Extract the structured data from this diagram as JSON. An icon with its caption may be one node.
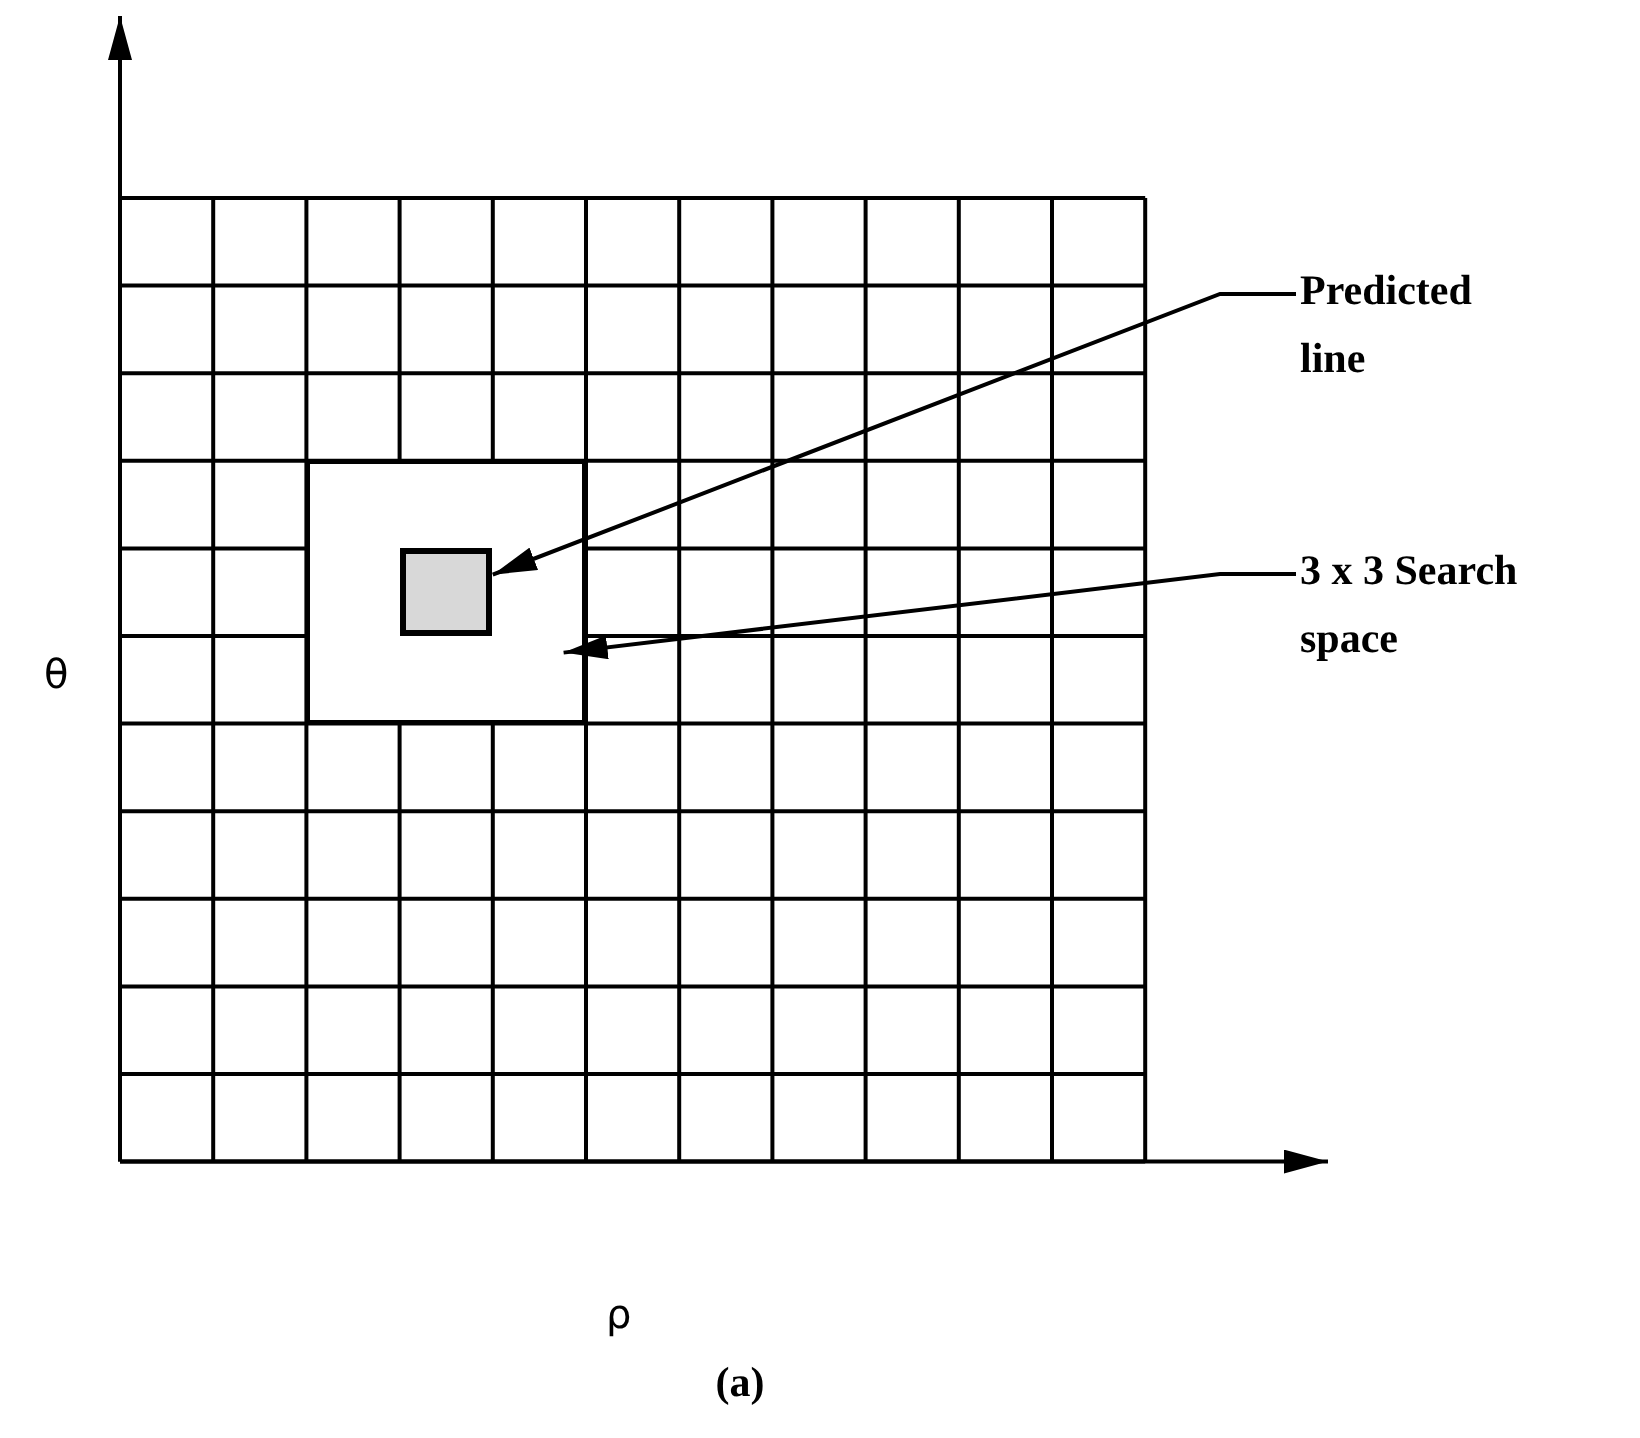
{
  "diagram": {
    "caption": "(a)",
    "nodes": [
      {
        "text": [
          "Predicted line"
        ]
      },
      {
        "text": [
          "3 x 3 Search space"
        ]
      },
      {
        "text": [],
        "shape": "box",
        "in": 3
      },
      {
        "text": [],
        "shape": "box"
      }
    ],
    "edges": [
      {
        "from": 0,
        "to": 2,
        "arrow": "to"
      },
      {
        "from": 1,
        "to": 3,
        "arrow": "to"
      }
    ],
    "labels": [
      "θ",
      "ρ"
    ]
  }
}
